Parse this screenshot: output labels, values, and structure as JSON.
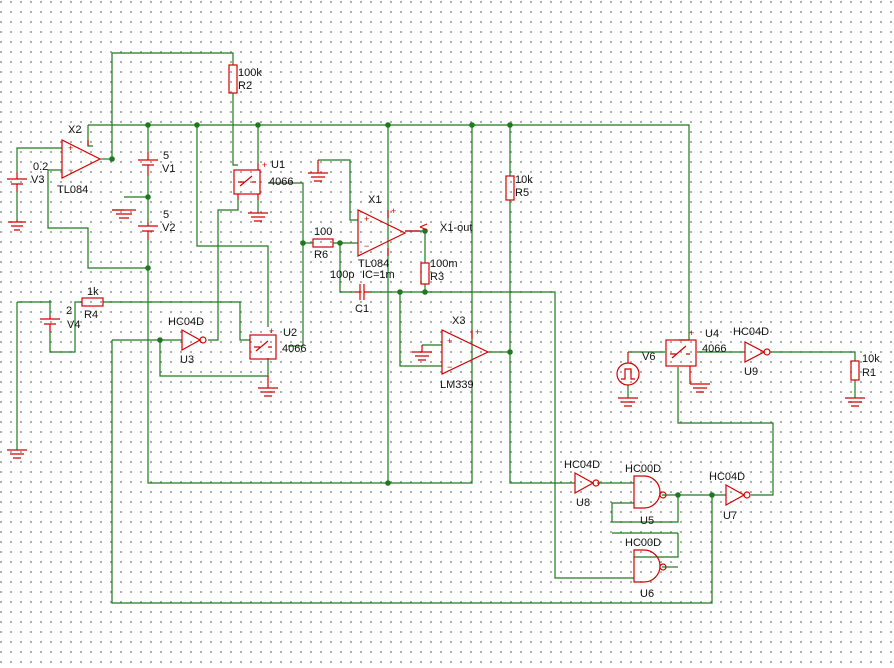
{
  "colors": {
    "wire": "#1f7a1f",
    "component": "#d40000",
    "text": "#111111",
    "grid_dots": "#9a9a9a"
  },
  "labels": {
    "x2_name": "X2",
    "x2_type": "TL084",
    "v3_val": "0.2",
    "v3_name": "V3",
    "r2_val": "100k",
    "r2_name": "R2",
    "v1_val": "5",
    "v1_name": "V1",
    "v2_val": "5",
    "v2_name": "V2",
    "u1_name": "U1",
    "u1_type": "4066",
    "x1_name": "X1",
    "x1_type": "TL084",
    "x1_out": "X1-out",
    "r6_val": "100",
    "r6_name": "R6",
    "r3_val": "100m",
    "r3_name": "R3",
    "c1_val": "100p",
    "c1_ic": "IC=1m",
    "c1_name": "C1",
    "r5_val": "10k",
    "r5_name": "R5",
    "v4_val": "2",
    "v4_name": "V4",
    "r4_val": "1k",
    "r4_name": "R4",
    "u3_type": "HC04D",
    "u3_name": "U3",
    "u2_name": "U2",
    "u2_type": "4066",
    "x3_name": "X3",
    "x3_type": "LM339",
    "u4_name": "U4",
    "u4_type": "4066",
    "v6_name": "V6",
    "u9_type": "HC04D",
    "u9_name": "U9",
    "r1_val": "10k",
    "r1_name": "R1",
    "u8_type": "HC04D",
    "u8_name": "U8",
    "u5_type": "HC00D",
    "u5_name": "U5",
    "u7_type": "HC04D",
    "u7_name": "U7",
    "u6_type": "HC00D",
    "u6_name": "U6"
  }
}
